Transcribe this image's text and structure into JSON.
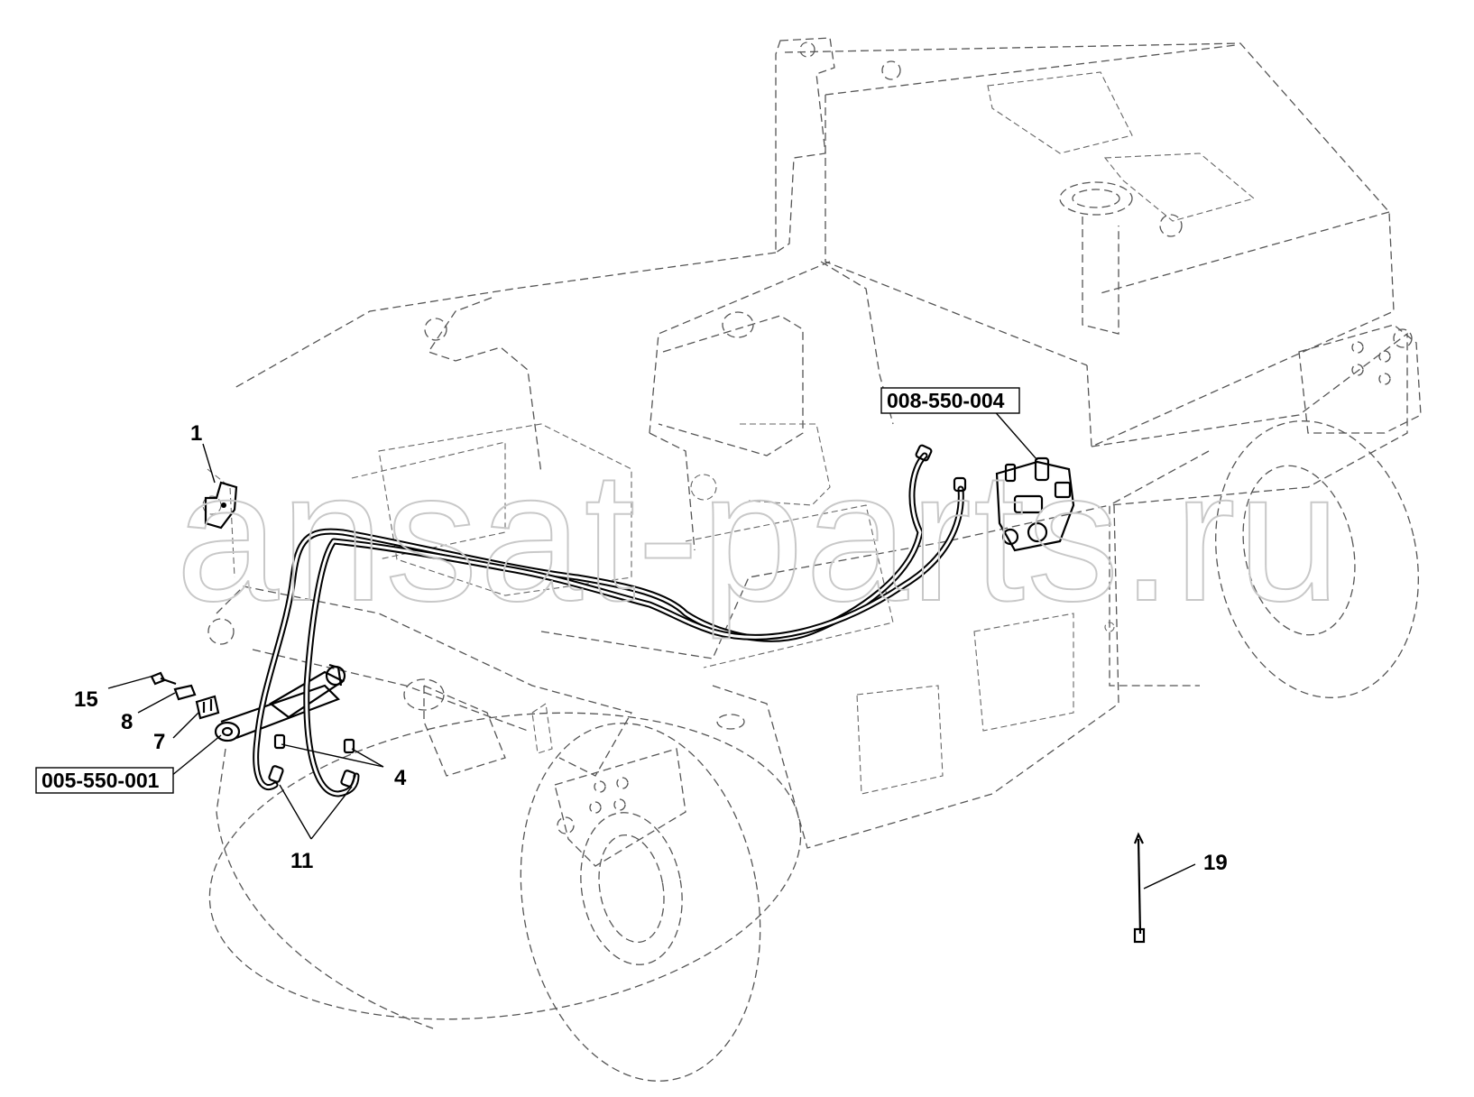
{
  "callouts": {
    "c1": "1",
    "c4": "4",
    "c7": "7",
    "c8": "8",
    "c11": "11",
    "c15": "15",
    "c19": "19"
  },
  "refs": {
    "ref_top": "008-550-004",
    "ref_left": "005-550-001"
  },
  "watermark": "ansat-parts.ru"
}
